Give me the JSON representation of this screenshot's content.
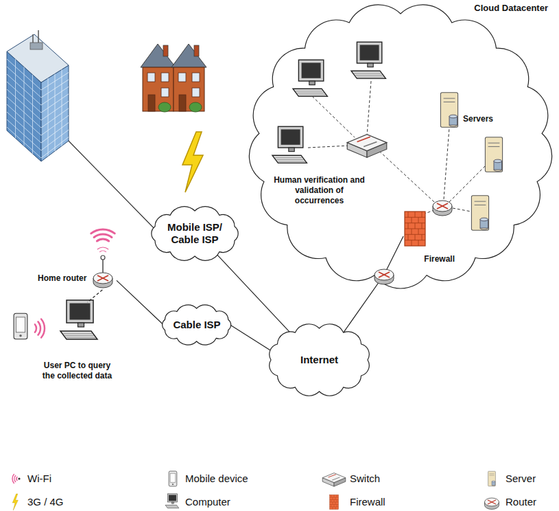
{
  "diagram": {
    "nodes": [
      {
        "text": [
          "Cloud Datacenter"
        ]
      },
      {
        "text": [
          "Servers"
        ],
        "in": 0
      },
      {
        "text": [
          "Human verification and validation of occurrences"
        ],
        "in": 0
      },
      {
        "text": [
          "Firewall"
        ],
        "in": 0
      },
      {
        "text": [
          "Home router"
        ]
      },
      {
        "text": [
          "Mobile ISP/ Cable ISP"
        ]
      },
      {
        "text": [
          "Cable ISP"
        ]
      },
      {
        "text": [
          "User PC to query the collected data"
        ]
      },
      {
        "text": [
          "Internet"
        ]
      }
    ],
    "edges": [
      {
        "from": 4,
        "to": 6,
        "arrow": "none"
      },
      {
        "from": 6,
        "to": 8,
        "arrow": "none"
      },
      {
        "from": 5,
        "to": 8,
        "arrow": "none"
      },
      {
        "from": 8,
        "to": 3,
        "arrow": "none"
      },
      {
        "from": 4,
        "to": 7,
        "arrow": "none"
      }
    ],
    "legend": [
      {
        "text": "Wi-Fi"
      },
      {
        "text": "Mobile device"
      },
      {
        "text": "Switch"
      },
      {
        "text": "Server"
      },
      {
        "text": "3G / 4G"
      },
      {
        "text": "Computer"
      },
      {
        "text": "Firewall"
      },
      {
        "text": "Router"
      }
    ]
  }
}
